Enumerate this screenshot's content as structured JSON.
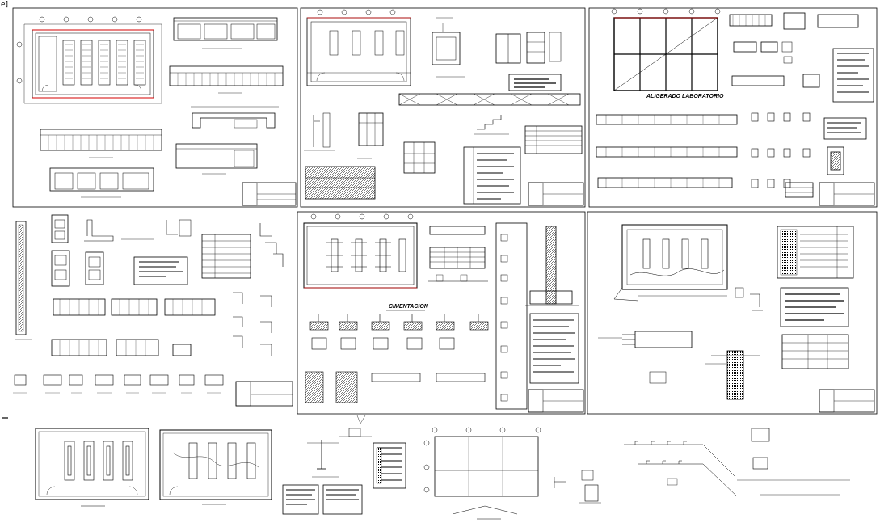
{
  "corner_mark": "e]",
  "sheets": {
    "lab_plan": {
      "title": "ALIGERADO LABORATORIO"
    },
    "foundation": {
      "title": "CIMENTACION"
    }
  },
  "colors": {
    "ink": "#000000",
    "accent": "#d40000",
    "paper": "#ffffff"
  }
}
